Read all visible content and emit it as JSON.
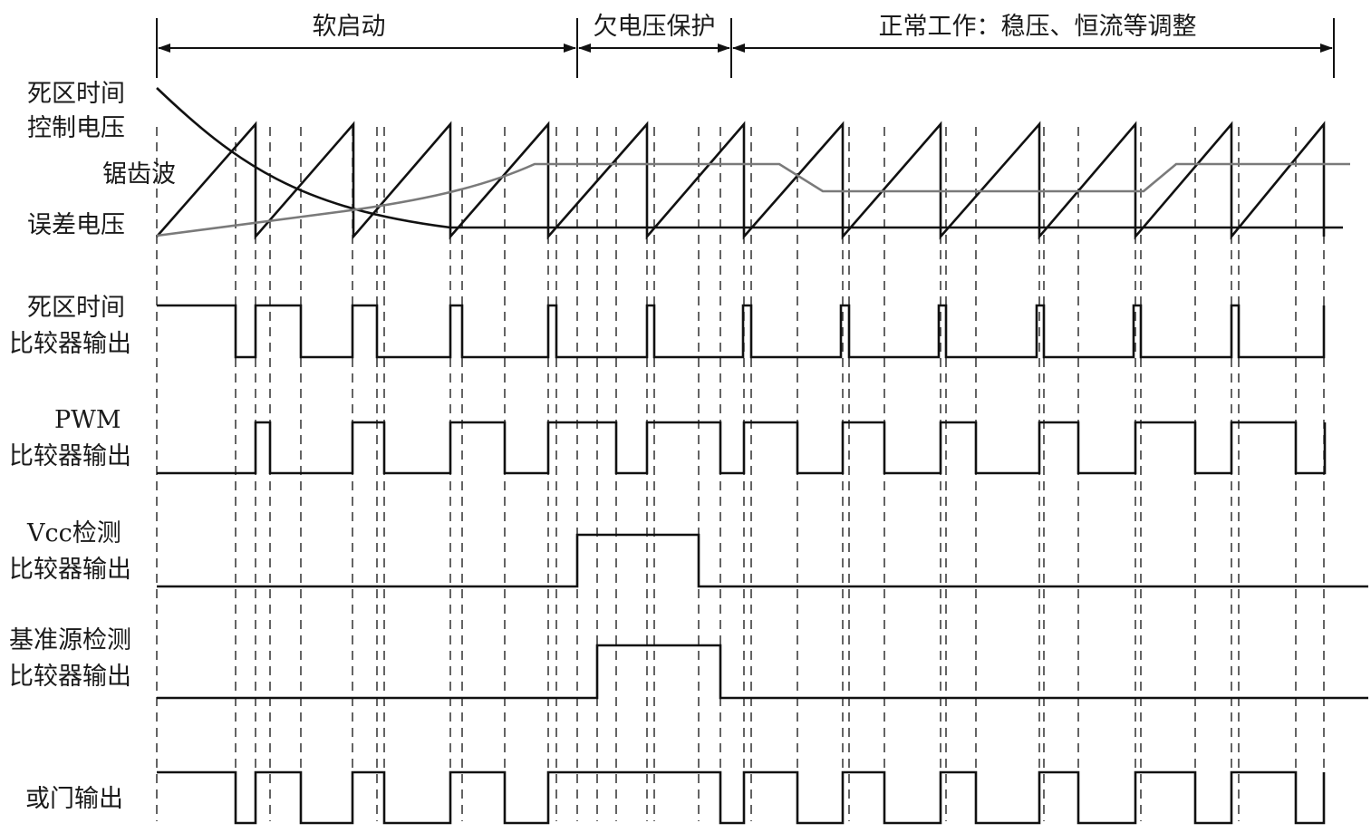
{
  "phases": {
    "soft_start": "软启动",
    "undervoltage": "欠电压保护",
    "normal": "正常工作：稳压、恒流等调整"
  },
  "labels": {
    "deadtime_ctrl_1": "死区时间",
    "deadtime_ctrl_2": "控制电压",
    "sawtooth": "锯齿波",
    "error_voltage": "误差电压",
    "dt_cmp_1": "死区时间",
    "dt_cmp_2": "比较器输出",
    "pwm_1": "PWM",
    "pwm_2": "比较器输出",
    "vcc_1": "Vcc检测",
    "vcc_2": "比较器输出",
    "ref_1": "基准源检测",
    "ref_2": "比较器输出",
    "or_out": "或门输出"
  },
  "colors": {
    "line": "#111111",
    "error_curve": "#7a7a7a"
  }
}
